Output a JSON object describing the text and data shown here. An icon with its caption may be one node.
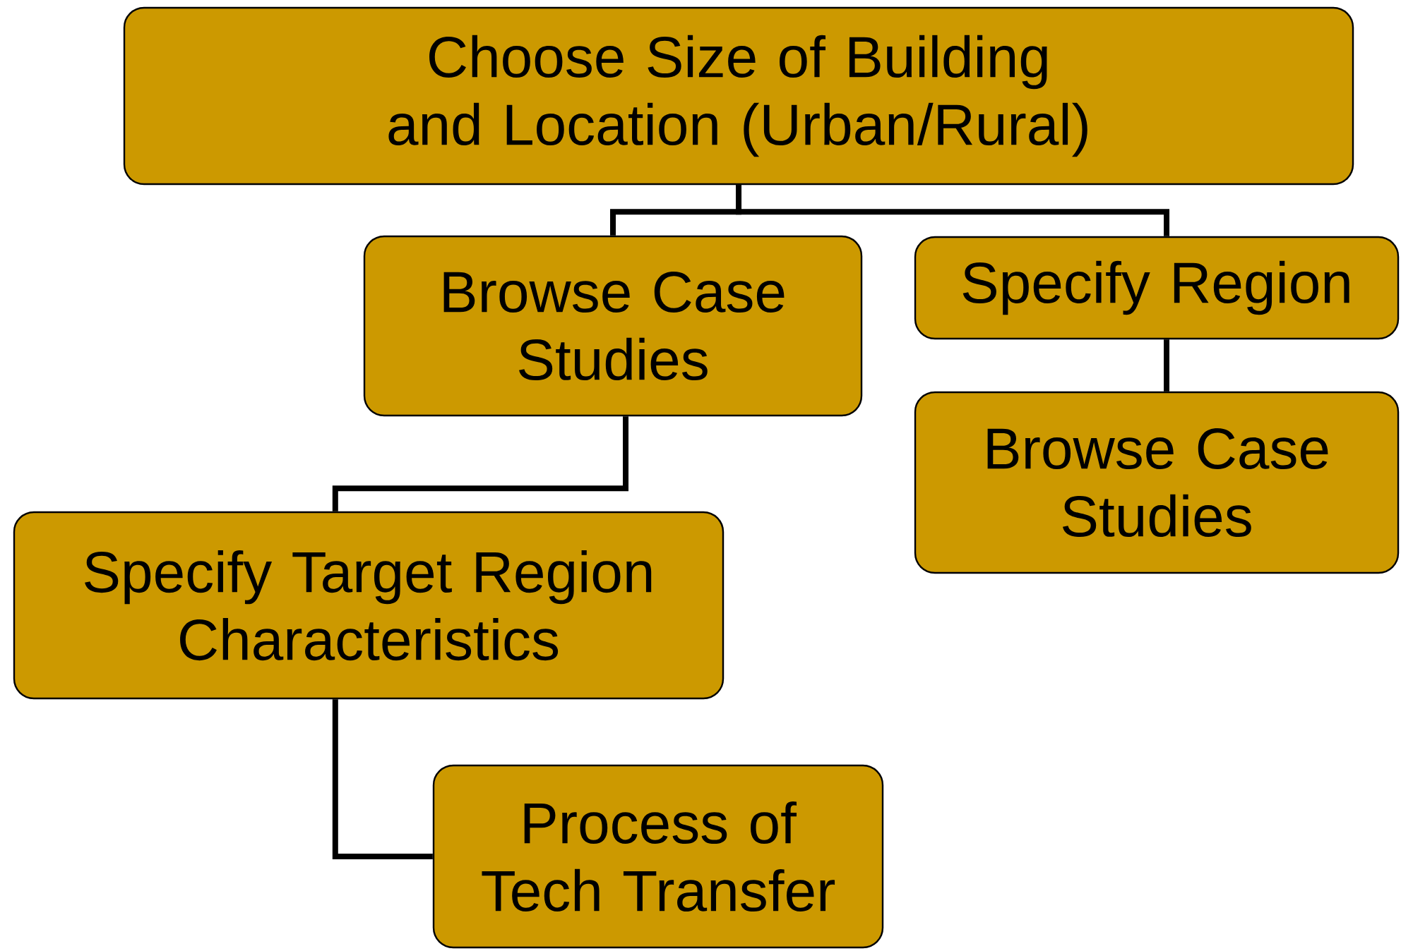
{
  "diagram": {
    "nodes": [
      {
        "text": [
          "Choose Size of Building and Location (Urban/Rural)"
        ]
      },
      {
        "text": [
          "Browse Case Studies"
        ]
      },
      {
        "text": [
          "Specify Region"
        ]
      },
      {
        "text": [
          "Browse Case Studies"
        ]
      },
      {
        "text": [
          "Specify Target Region Characteristics"
        ]
      },
      {
        "text": [
          "Process of Tech Transfer"
        ]
      }
    ],
    "edges": [
      {
        "from": 0,
        "to": 1,
        "arrow": "none"
      },
      {
        "from": 0,
        "to": 2,
        "arrow": "none"
      },
      {
        "from": 2,
        "to": 3,
        "arrow": "none"
      },
      {
        "from": 1,
        "to": 4,
        "arrow": "none"
      },
      {
        "from": 4,
        "to": 5,
        "arrow": "none"
      }
    ]
  }
}
